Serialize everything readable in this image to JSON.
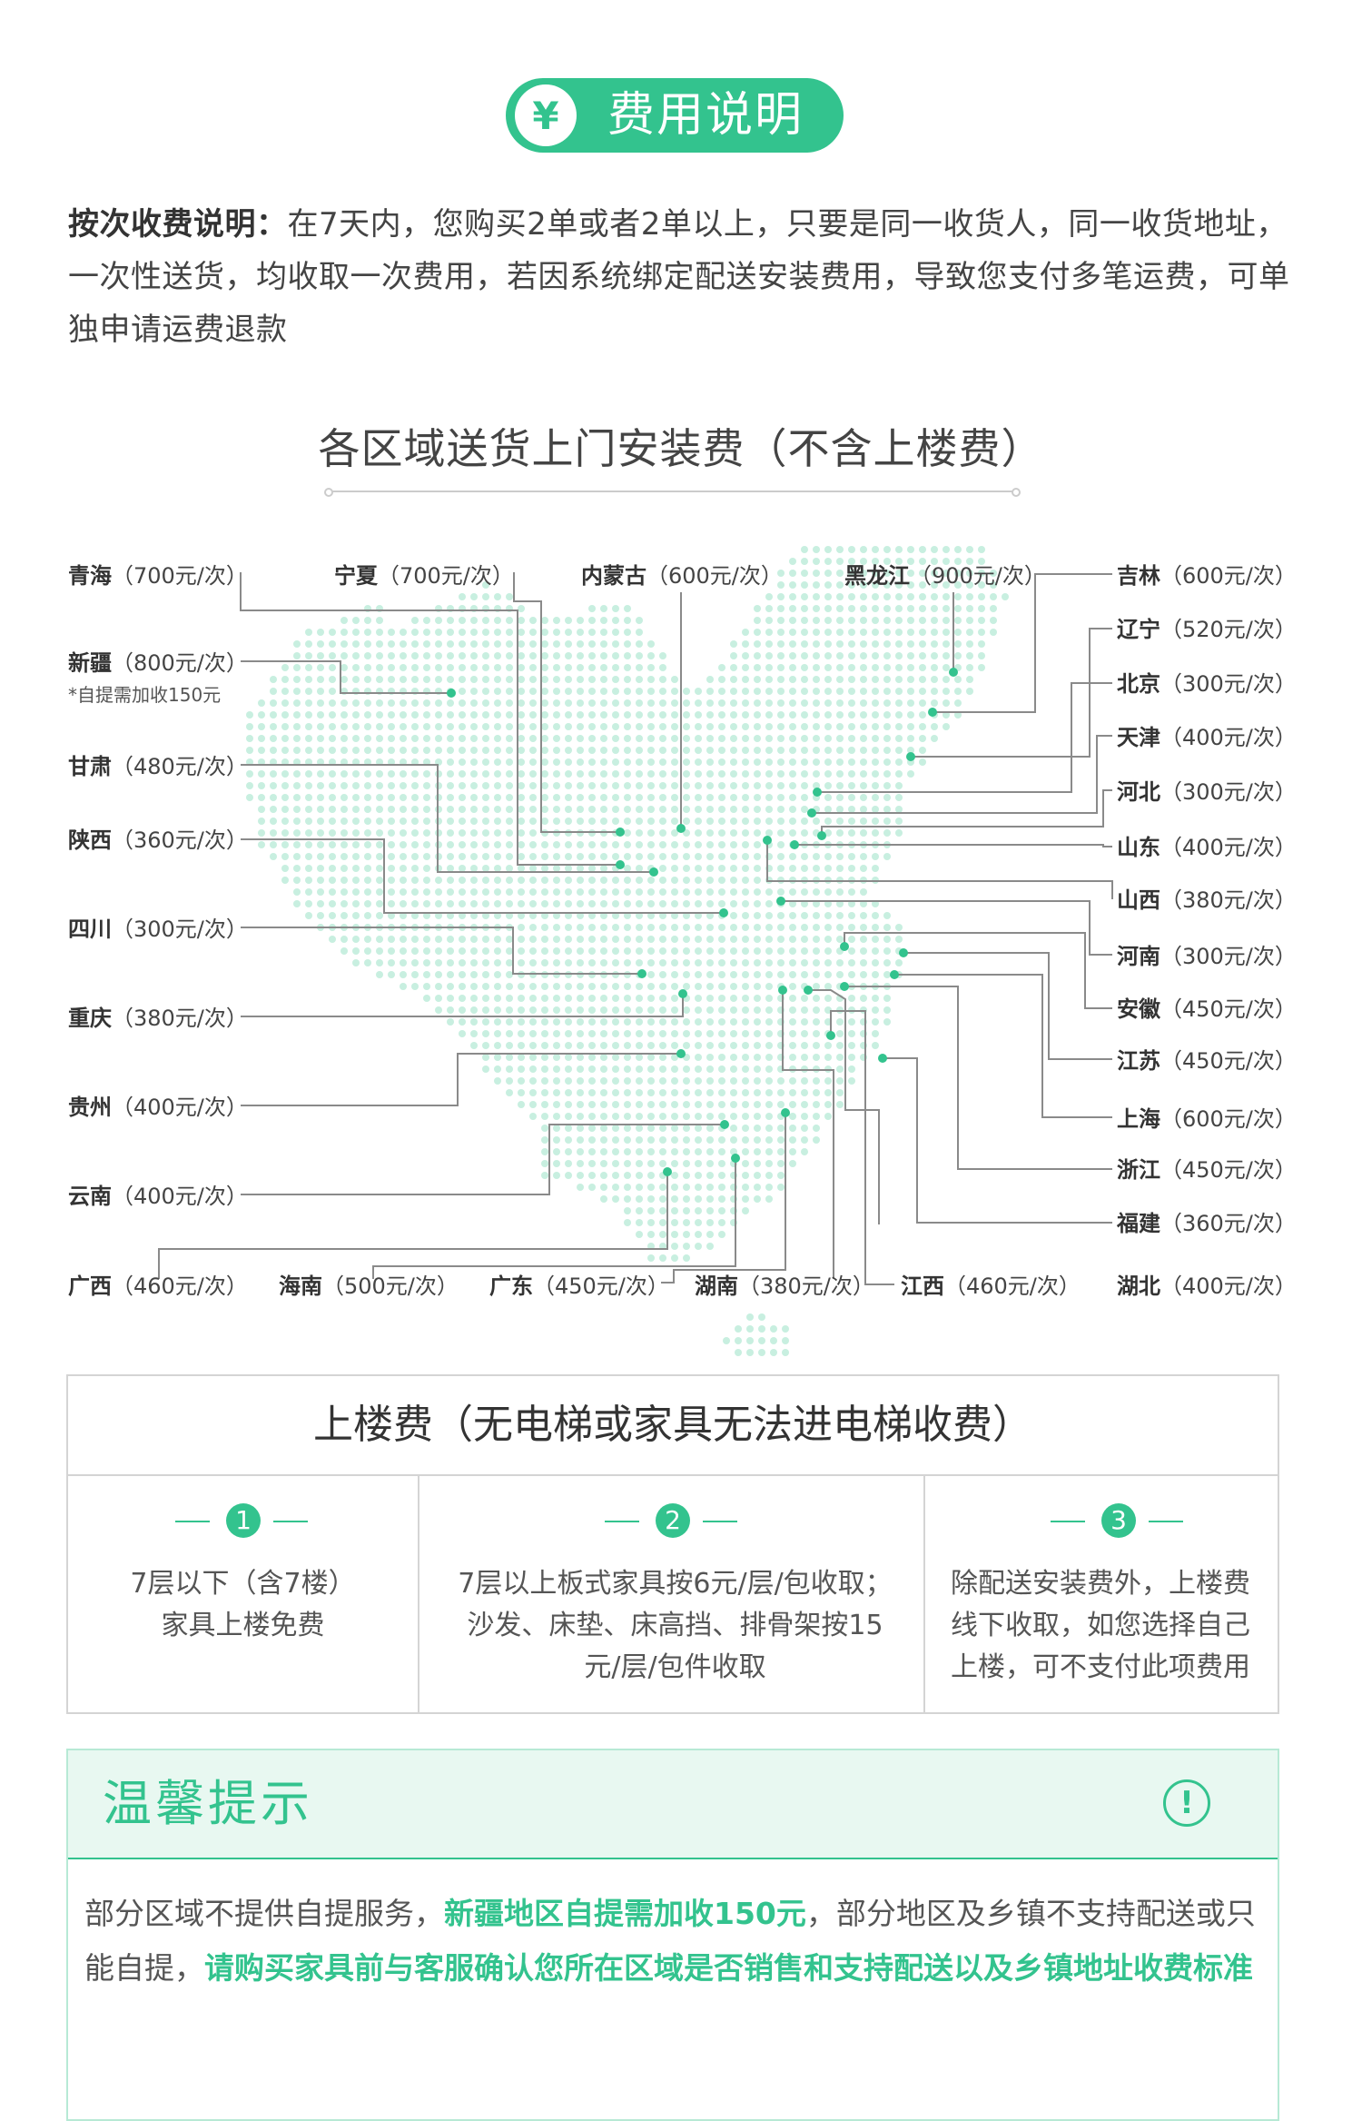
{
  "header": {
    "currency_icon": "yen-icon",
    "currency_symbol": "¥",
    "title": "费用说明"
  },
  "intro": {
    "label": "按次收费说明：",
    "text": "在7天内，您购买2单或者2单以上，只要是同一收货人，同一收货地址，一次性送货，均收取一次费用，若因系统绑定配送安装费用，导致您支付多笔运费，可单独申请运费退款"
  },
  "map": {
    "title": "各区域送货上门安装费（不含上楼费）",
    "dot_color": "#c8efe0",
    "line_color": "#33c38e",
    "regions": [
      {
        "id": "qinghai",
        "name": "青海",
        "price": "（700元/次）"
      },
      {
        "id": "ningxia",
        "name": "宁夏",
        "price": "（700元/次）"
      },
      {
        "id": "neimenggu",
        "name": "内蒙古",
        "price": "（600元/次）"
      },
      {
        "id": "heilongjiang",
        "name": "黑龙江",
        "price": "（900元/次）"
      },
      {
        "id": "jilin",
        "name": "吉林",
        "price": "（600元/次）"
      },
      {
        "id": "liaoning",
        "name": "辽宁",
        "price": "（520元/次）"
      },
      {
        "id": "xinjiang",
        "name": "新疆",
        "price": "（800元/次）",
        "note": "*自提需加收150元"
      },
      {
        "id": "beijing",
        "name": "北京",
        "price": "（300元/次）"
      },
      {
        "id": "tianjin",
        "name": "天津",
        "price": "（400元/次）"
      },
      {
        "id": "gansu",
        "name": "甘肃",
        "price": "（480元/次）"
      },
      {
        "id": "hebei",
        "name": "河北",
        "price": "（300元/次）"
      },
      {
        "id": "shaanxi",
        "name": "陕西",
        "price": "（360元/次）"
      },
      {
        "id": "shandong",
        "name": "山东",
        "price": "（400元/次）"
      },
      {
        "id": "shanxi",
        "name": "山西",
        "price": "（380元/次）"
      },
      {
        "id": "sichuan",
        "name": "四川",
        "price": "（300元/次）"
      },
      {
        "id": "henan",
        "name": "河南",
        "price": "（300元/次）"
      },
      {
        "id": "anhui",
        "name": "安徽",
        "price": "（450元/次）"
      },
      {
        "id": "chongqing",
        "name": "重庆",
        "price": "（380元/次）"
      },
      {
        "id": "jiangsu",
        "name": "江苏",
        "price": "（450元/次）"
      },
      {
        "id": "guizhou",
        "name": "贵州",
        "price": "（400元/次）"
      },
      {
        "id": "shanghai",
        "name": "上海",
        "price": "（600元/次）"
      },
      {
        "id": "zhejiang",
        "name": "浙江",
        "price": "（450元/次）"
      },
      {
        "id": "yunnan",
        "name": "云南",
        "price": "（400元/次）"
      },
      {
        "id": "fujian",
        "name": "福建",
        "price": "（360元/次）"
      },
      {
        "id": "guangxi",
        "name": "广西",
        "price": "（460元/次）"
      },
      {
        "id": "hainan",
        "name": "海南",
        "price": "（500元/次）"
      },
      {
        "id": "guangdong",
        "name": "广东",
        "price": "（450元/次）"
      },
      {
        "id": "hunan",
        "name": "湖南",
        "price": "（380元/次）"
      },
      {
        "id": "jiangxi",
        "name": "江西",
        "price": "（460元/次）"
      },
      {
        "id": "hubei",
        "name": "湖北",
        "price": "（400元/次）"
      }
    ]
  },
  "stairs": {
    "title": "上楼费（无电梯或家具无法进电梯收费）",
    "items": [
      {
        "num": "1",
        "text": "7层以下（含7楼）家具上楼免费"
      },
      {
        "num": "2",
        "text": "7层以上板式家具按6元/层/包收取；沙发、床垫、床高挡、排骨架按15元/层/包件收取"
      },
      {
        "num": "3",
        "text": "除配送安装费外，上楼费线下收取，如您选择自己上楼，可不支付此项费用"
      }
    ]
  },
  "tips": {
    "title": "温馨提示",
    "icon": "exclamation-circle-icon",
    "icon_glyph": "!",
    "p1": "部分区域不提供自提服务，",
    "h1": "新疆地区自提需加收150元",
    "p2": "，部分地区及乡镇不支持配送或只能自提，",
    "h2": "请购买家具前与客服确认您所在区域是否销售和支持配送以及乡镇地址收费标准"
  }
}
